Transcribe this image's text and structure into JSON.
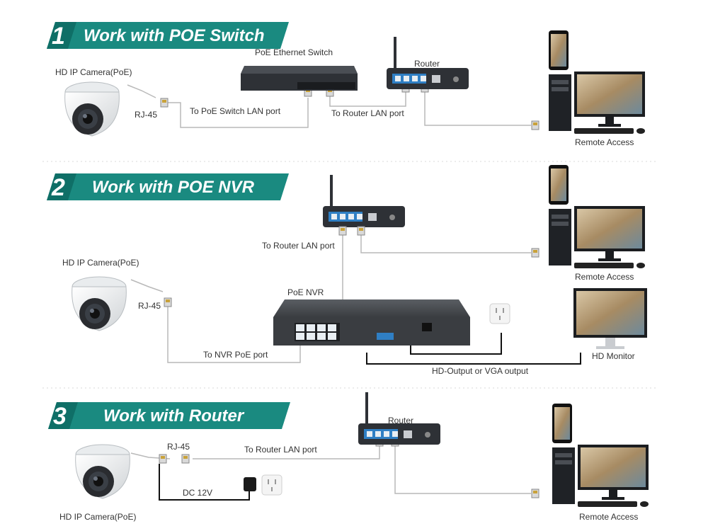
{
  "sections": [
    {
      "number": "1",
      "title": "Work with POE Switch",
      "labels": {
        "camera": "HD IP Camera(PoE)",
        "rj45": "RJ-45",
        "switch": "PoE Ethernet Switch",
        "router": "Router",
        "to_switch": "To PoE Switch LAN port",
        "to_router": "To Router LAN port",
        "remote": "Remote Access"
      }
    },
    {
      "number": "2",
      "title": "Work with POE NVR",
      "labels": {
        "camera": "HD IP Camera(PoE)",
        "rj45": "RJ-45",
        "to_router": "To Router LAN port",
        "remote": "Remote Access",
        "nvr": "PoE NVR",
        "to_nvr": "To NVR PoE port",
        "hd_output": "HD-Output or VGA output",
        "monitor": "HD Monitor"
      }
    },
    {
      "number": "3",
      "title": "Work with Router",
      "labels": {
        "camera": "HD IP Camera(PoE)",
        "rj45": "RJ-45",
        "router": "Router",
        "to_router": "To Router LAN port",
        "dc": "DC 12V",
        "remote": "Remote Access"
      }
    }
  ],
  "colors": {
    "banner": "#1a8a80",
    "banner_dark": "#0f6f67",
    "cable": "#b9b9b9",
    "power_cable": "#111111",
    "device_dark": "#2e3136",
    "port_blue": "#2f7fc4"
  }
}
